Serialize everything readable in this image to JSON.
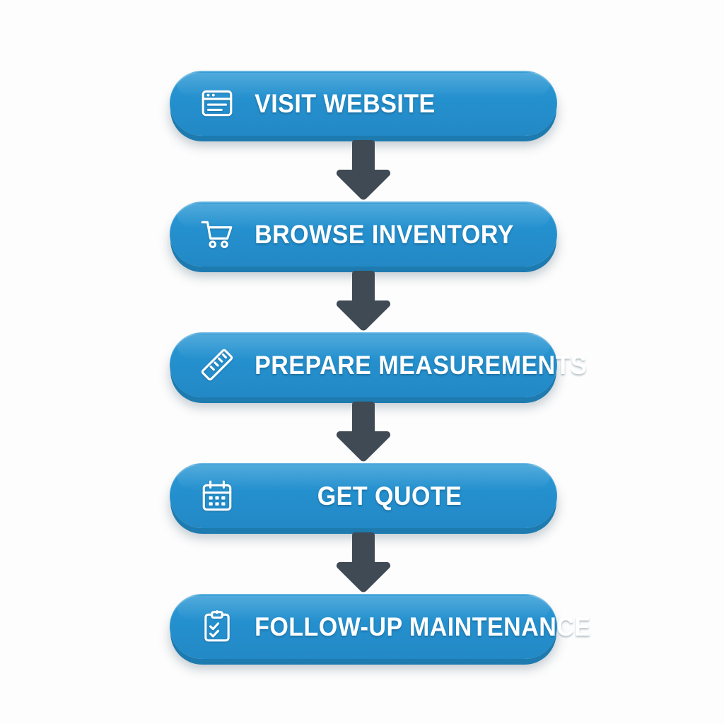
{
  "diagram": {
    "type": "vertical-flowchart",
    "title": "",
    "background_color": "#fdfdfd",
    "box_color": "#2490ce",
    "box_edge_color": "#1d7bb0",
    "text_color": "#ffffff",
    "arrow_color": "#3f4a54",
    "direction": "top-to-bottom",
    "step_count": 5
  },
  "steps": [
    {
      "index": 1,
      "label": "VISIT WEBSITE",
      "icon": "browser-window-icon",
      "align": "align-left",
      "has_connector_below": true
    },
    {
      "index": 2,
      "label": "BROWSE INVENTORY",
      "icon": "shopping-cart-icon",
      "align": "align-left",
      "has_connector_below": true
    },
    {
      "index": 3,
      "label": "PREPARE MEASUREMENTS",
      "icon": "ruler-icon",
      "align": "align-left",
      "has_connector_below": true
    },
    {
      "index": 4,
      "label": "GET QUOTE",
      "icon": "calendar-icon",
      "align": "align-center",
      "has_connector_below": true
    },
    {
      "index": 5,
      "label": "FOLLOW-UP MAINTENANCE",
      "icon": "clipboard-check-icon",
      "align": "align-left",
      "has_connector_below": false
    }
  ],
  "connectors": [
    {
      "from": 1,
      "to": 2,
      "icon": "down-arrow-icon"
    },
    {
      "from": 2,
      "to": 3,
      "icon": "down-arrow-icon"
    },
    {
      "from": 3,
      "to": 4,
      "icon": "down-arrow-icon"
    },
    {
      "from": 4,
      "to": 5,
      "icon": "down-arrow-icon"
    }
  ]
}
